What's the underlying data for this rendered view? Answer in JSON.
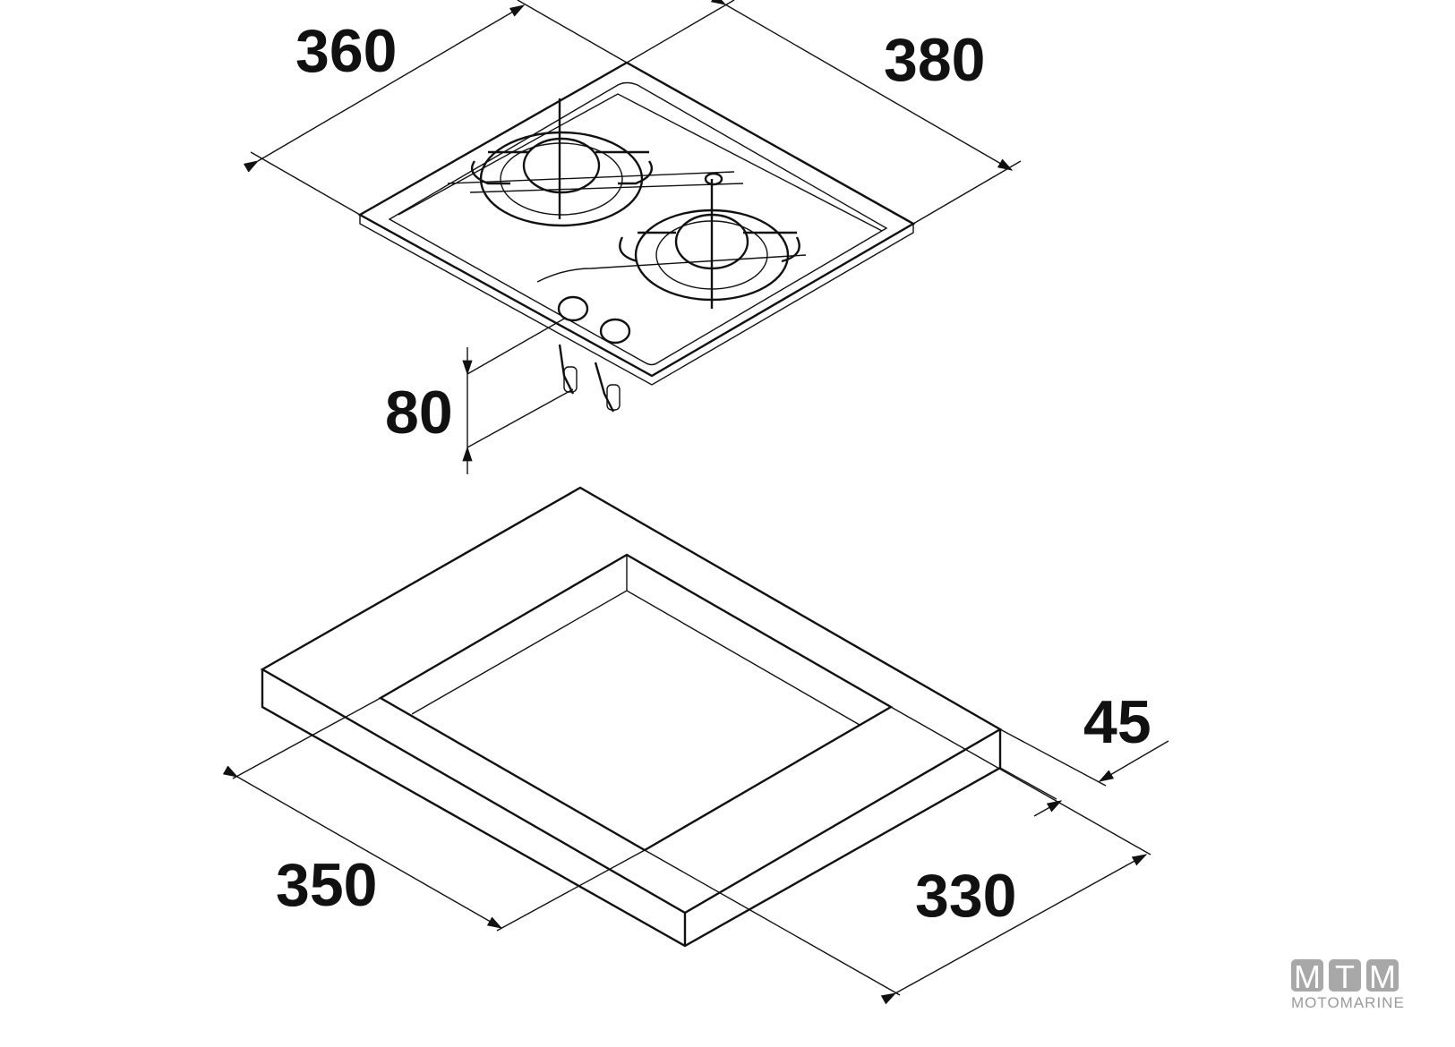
{
  "dimensions": {
    "hob_depth": "360",
    "hob_width": "380",
    "below_height": "80",
    "worktop_thickness": "45",
    "cutout_width": "350",
    "cutout_depth": "330"
  },
  "logo": {
    "letters": [
      "M",
      "T",
      "M"
    ],
    "name": "MOTOMARINE"
  }
}
